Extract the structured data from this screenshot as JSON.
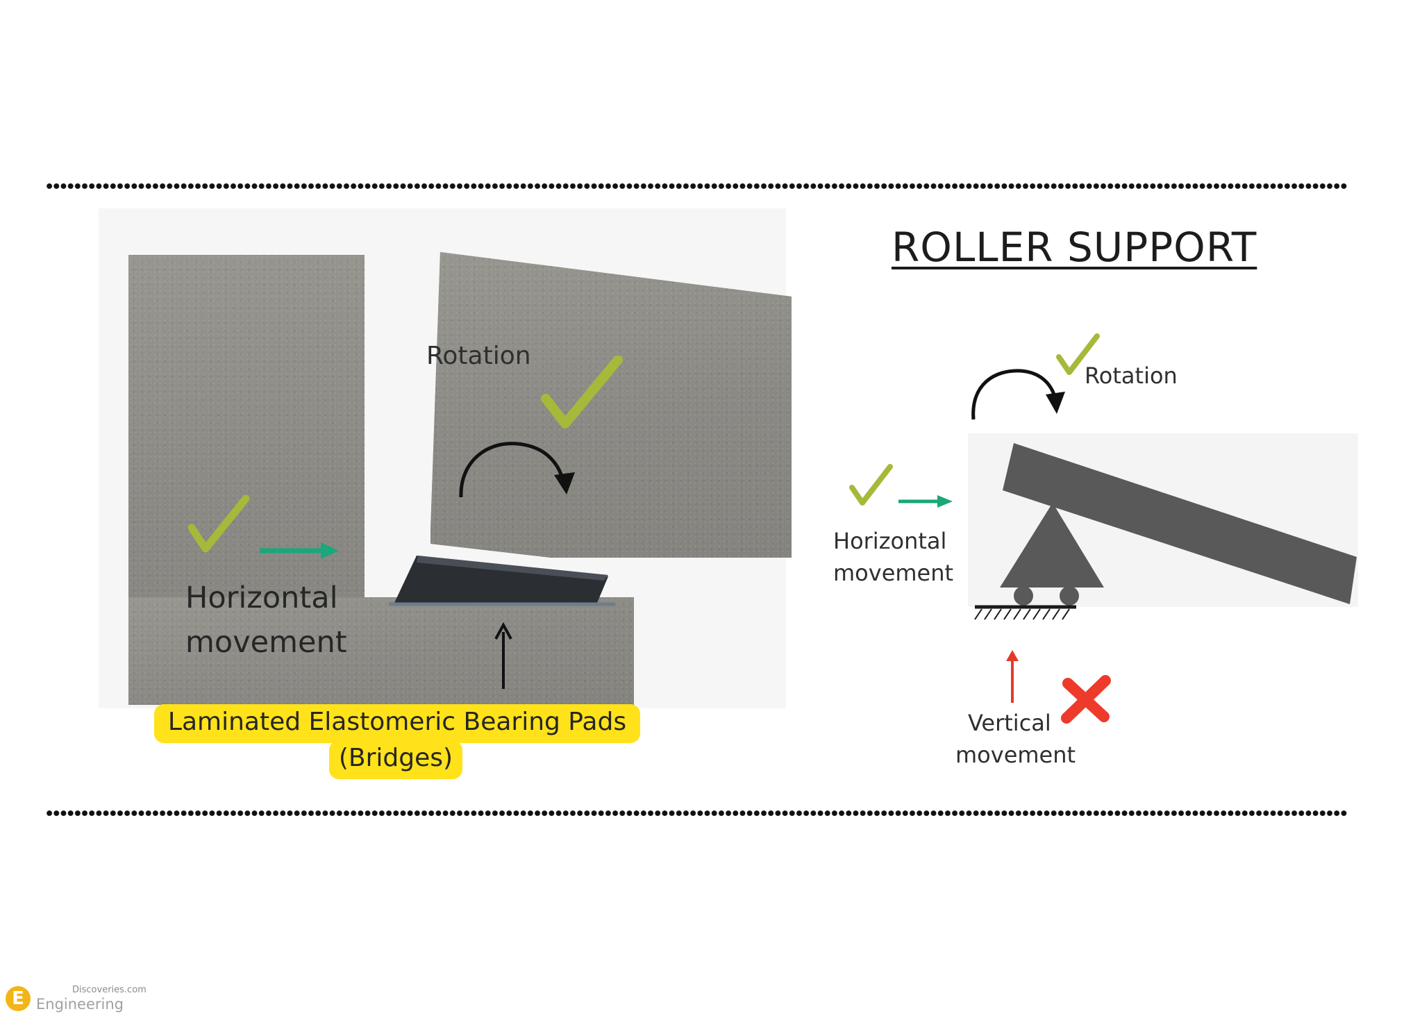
{
  "left_panel": {
    "rotation_label": "Rotation",
    "horizontal_label_line1": "Horizontal",
    "horizontal_label_line2": "movement",
    "caption_line1": "Laminated Elastomeric Bearing Pads",
    "caption_line2": "(Bridges)"
  },
  "right_panel": {
    "title": "ROLLER SUPPORT",
    "rotation_label": "Rotation",
    "horizontal_label_line1": "Horizontal",
    "horizontal_label_line2": "movement",
    "vertical_label_line1": "Vertical",
    "vertical_label_line2": "movement"
  },
  "watermark": {
    "brand_top": "Discoveries.com",
    "brand_bottom": "Engineering",
    "logo_letter": "E"
  },
  "colors": {
    "check": "#a8b83a",
    "horizontal_arrow": "#1aa77a",
    "vertical_arrow": "#e23a2a",
    "cross": "#ee3a2a",
    "highlight": "#ffe21a",
    "member": "#5b5b5b"
  },
  "icons": [
    "check-icon",
    "cross-icon",
    "arrow-right-icon",
    "arrow-up-icon",
    "rotation-arrow-icon"
  ]
}
